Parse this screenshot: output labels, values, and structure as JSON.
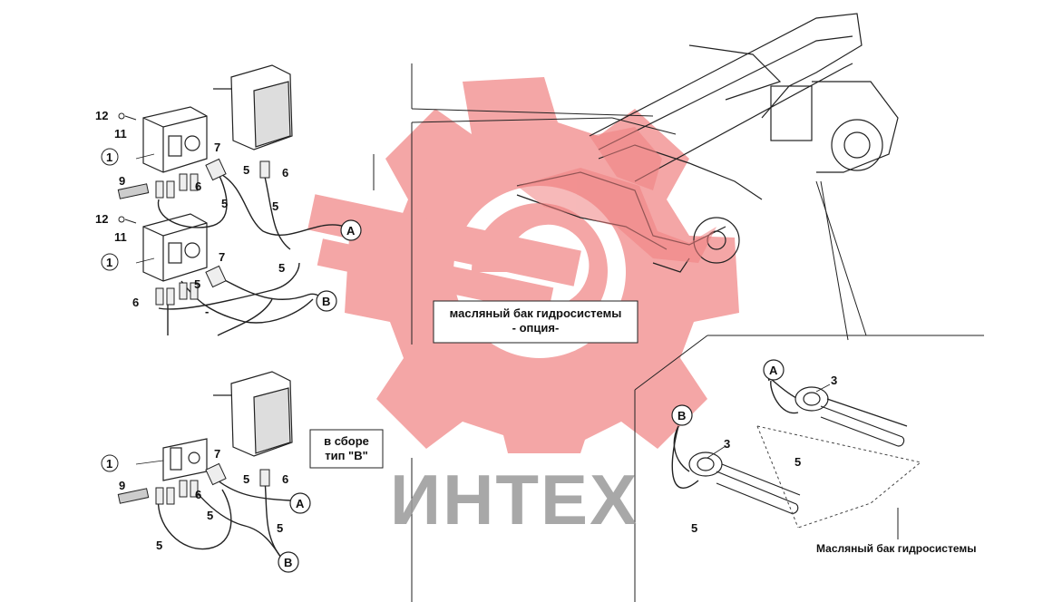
{
  "watermark": {
    "brand": "ИНТЕХ",
    "gear_color": "#f4a6a6",
    "text_color": "#9a9a9a"
  },
  "callouts": {
    "oil_tank_option_line1": "масляный бак гидросистемы",
    "oil_tank_option_line2": "- опция-",
    "assembly_type_line1": "в сборе",
    "assembly_type_line2": "тип \"В\"",
    "oil_tank_bottom": "Масляный бак гидросистемы"
  },
  "part_numbers": {
    "p1": "1",
    "p3": "3",
    "p5": "5",
    "p6": "6",
    "p7": "7",
    "p9": "9",
    "p11": "11",
    "p12": "12"
  },
  "connectors": {
    "A": "A",
    "B": "B"
  },
  "dash": "-"
}
